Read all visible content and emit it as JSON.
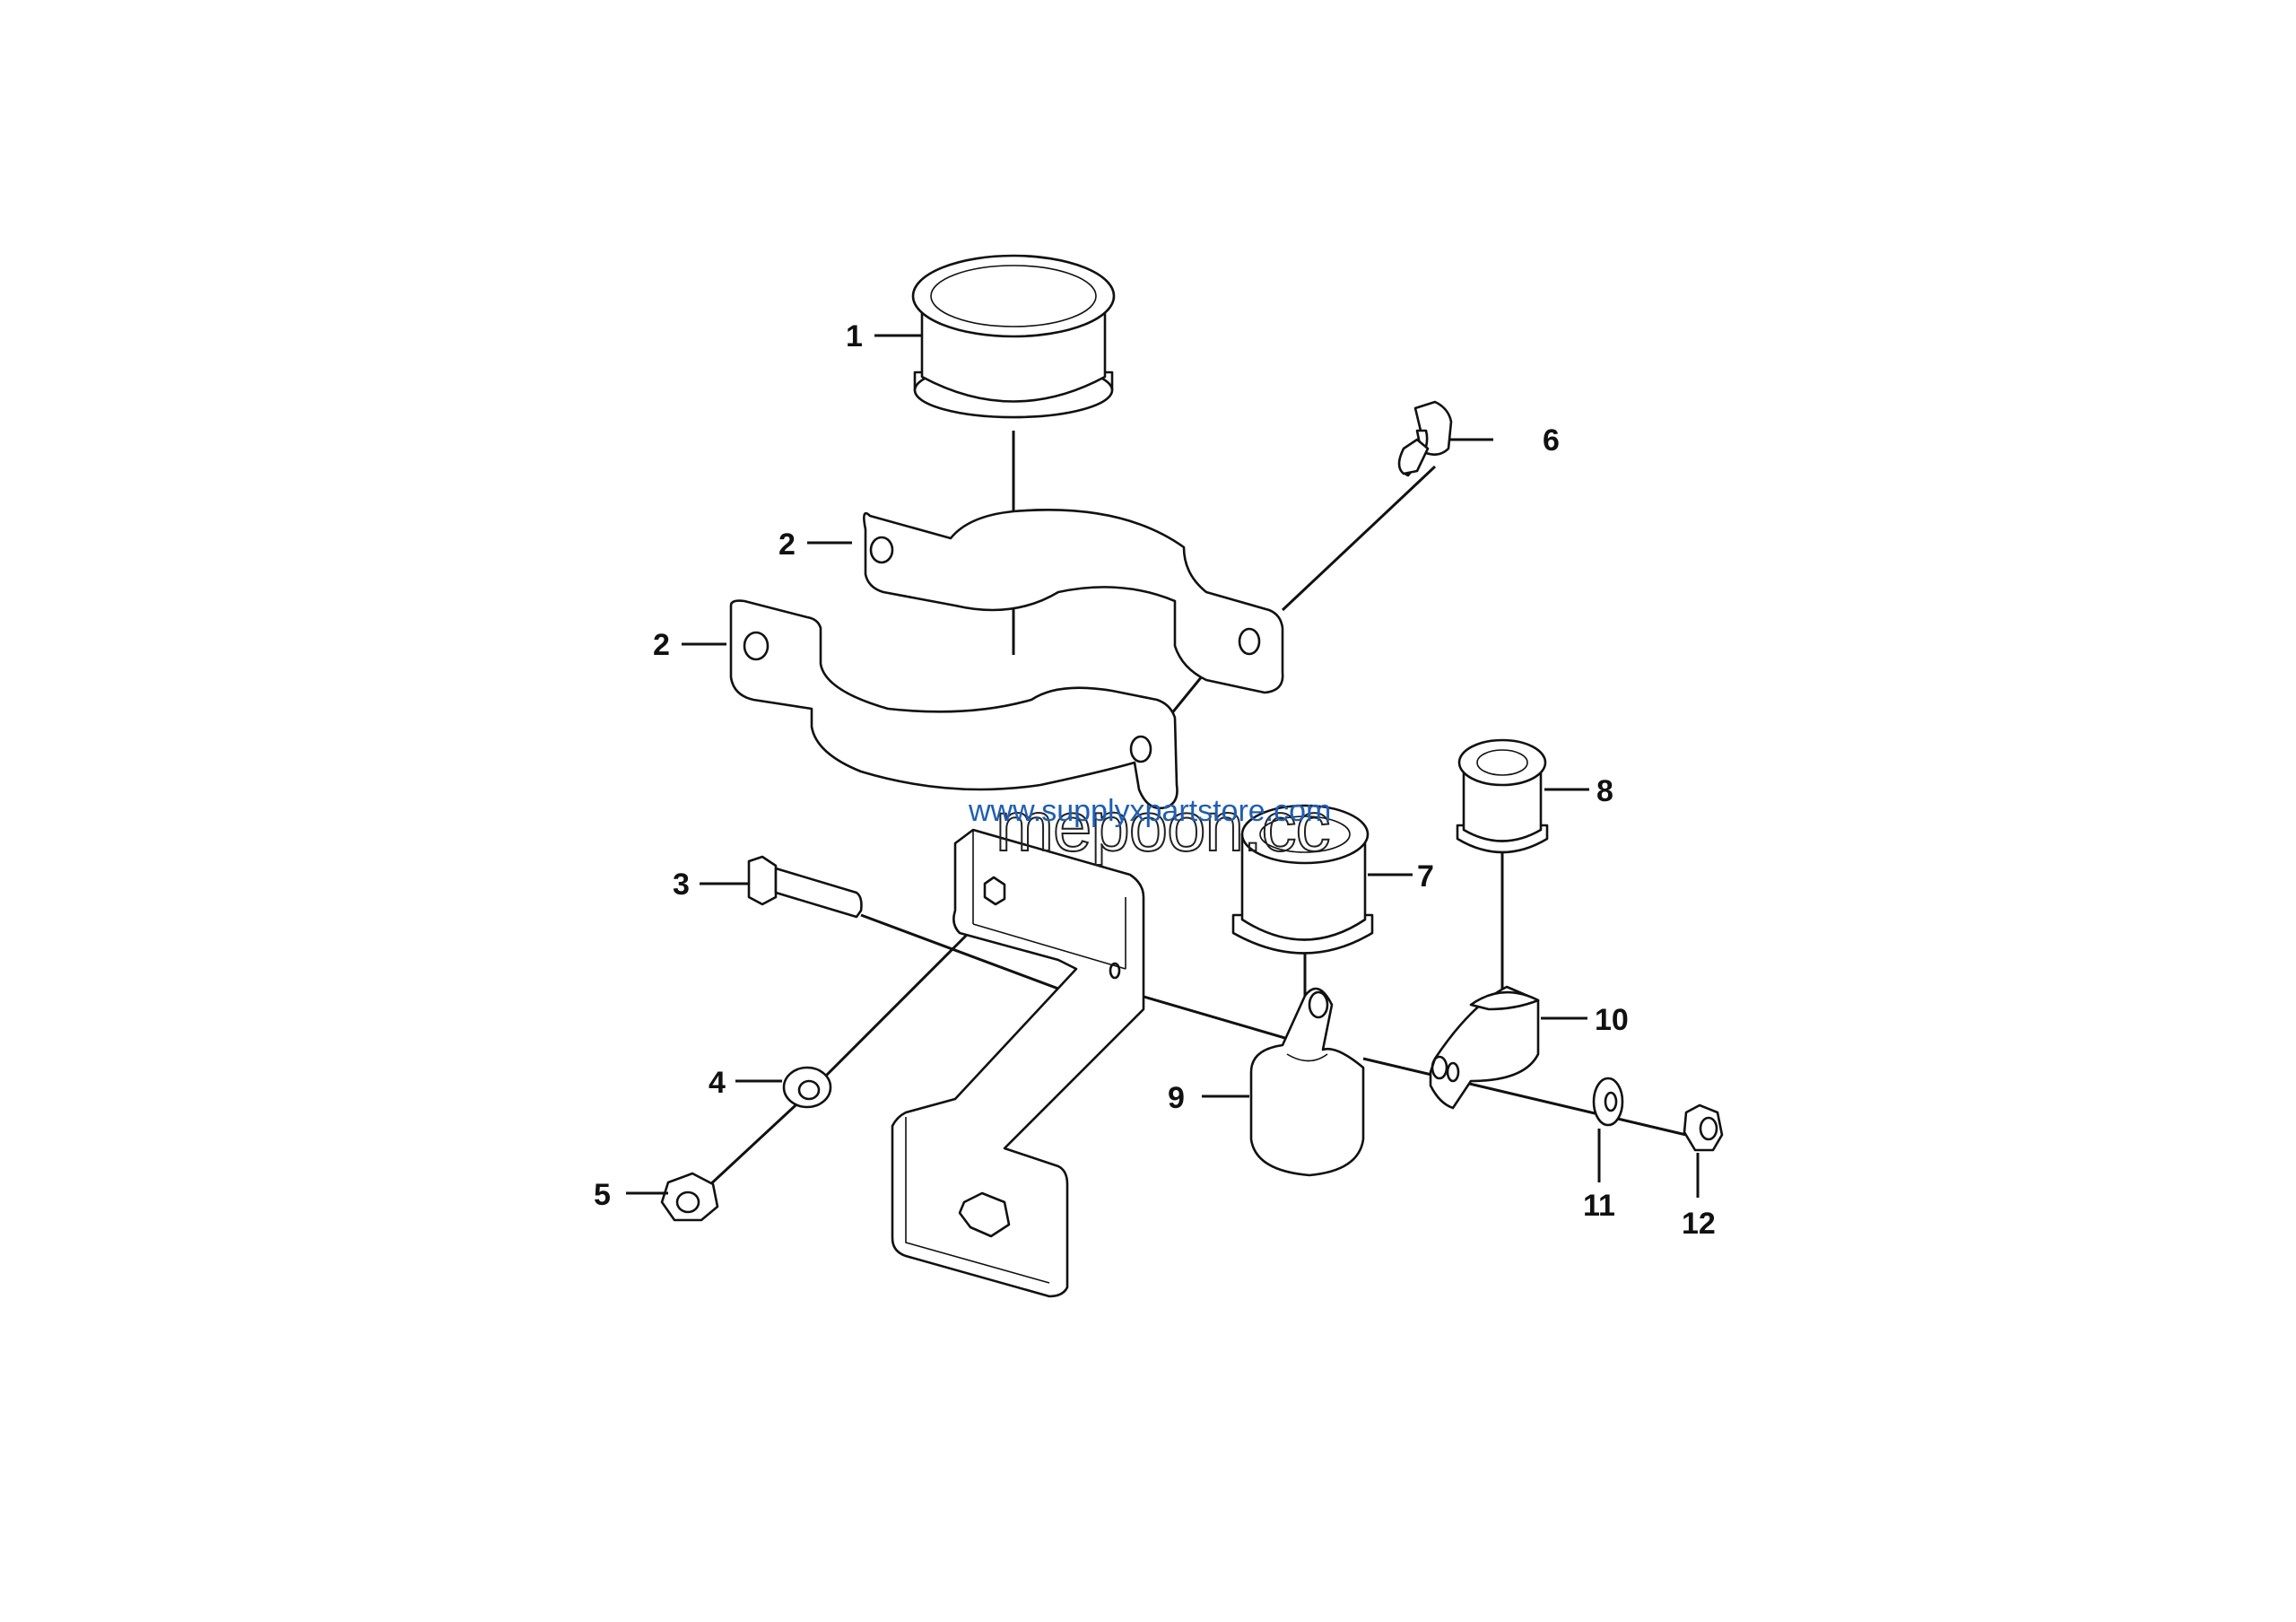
{
  "callouts": {
    "c1": "1",
    "c2a": "2",
    "c2b": "2",
    "c3": "3",
    "c4": "4",
    "c5": "5",
    "c6": "6",
    "c7": "7",
    "c8": "8",
    "c9": "9",
    "c10": "10",
    "c11": "11",
    "c12": "12"
  },
  "watermark": {
    "large": "mepoon.cc",
    "small": "www.supplyxpartstore.com",
    "small_color": "#1f5fb4"
  }
}
